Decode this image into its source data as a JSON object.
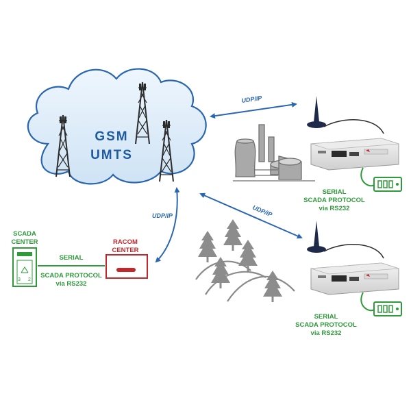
{
  "cloud": {
    "line1": "GSM",
    "line2": "UMTS"
  },
  "links": {
    "top_label": "UDP/IP",
    "middle_label": "UDP/IP",
    "center_label": "UDP/IP"
  },
  "scada_center": {
    "label_line1": "SCADA",
    "label_line2": "CENTER"
  },
  "racom_center": {
    "label_line1": "RACOM",
    "label_line2": "CENTER"
  },
  "center_link": {
    "serial": "SERIAL",
    "protocol": "SCADA PROTOCOL",
    "via": "via RS232"
  },
  "remote1": {
    "serial": "SERIAL",
    "protocol": "SCADA PROTOCOL",
    "via": "via RS232"
  },
  "remote2": {
    "serial": "SERIAL",
    "protocol": "SCADA PROTOCOL",
    "via": "via RS232"
  },
  "colors": {
    "blue": "#2a66b0",
    "green": "#2e9a3a",
    "red": "#c1272d",
    "cloud_fill": "#dcebf8",
    "grey": "#8a8a8a"
  }
}
